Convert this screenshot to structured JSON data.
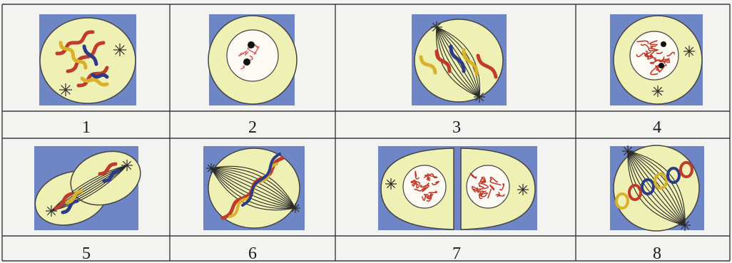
{
  "title": "",
  "colors": {
    "background": "#f3f3f1",
    "grid_lines": "#3a3a3a",
    "panel_blue": "#6f86c6",
    "cytoplasm": "#eff0b4",
    "cell_outline": "#444444",
    "nucleus": "#fdfaf4",
    "chromosome_red": "#c23a2a",
    "chromosome_blue": "#2c3a8a",
    "chromosome_yellow": "#d9b22b",
    "chromatin_pink": "#d66a6a",
    "spindle": "#2b2b2b"
  },
  "cells": [
    {
      "label": "1",
      "stage_icon": "prophase-condensed-chromosomes-icon"
    },
    {
      "label": "2",
      "stage_icon": "interphase-nucleus-icon"
    },
    {
      "label": "3",
      "stage_icon": "prometaphase-spindle-icon"
    },
    {
      "label": "4",
      "stage_icon": "early-prophase-chromatin-icon"
    },
    {
      "label": "5",
      "stage_icon": "telophase-cleavage-icon"
    },
    {
      "label": "6",
      "stage_icon": "anaphase-spindle-icon"
    },
    {
      "label": "7",
      "stage_icon": "two-daughter-cells-icon"
    },
    {
      "label": "8",
      "stage_icon": "metaphase-plate-icon"
    }
  ]
}
